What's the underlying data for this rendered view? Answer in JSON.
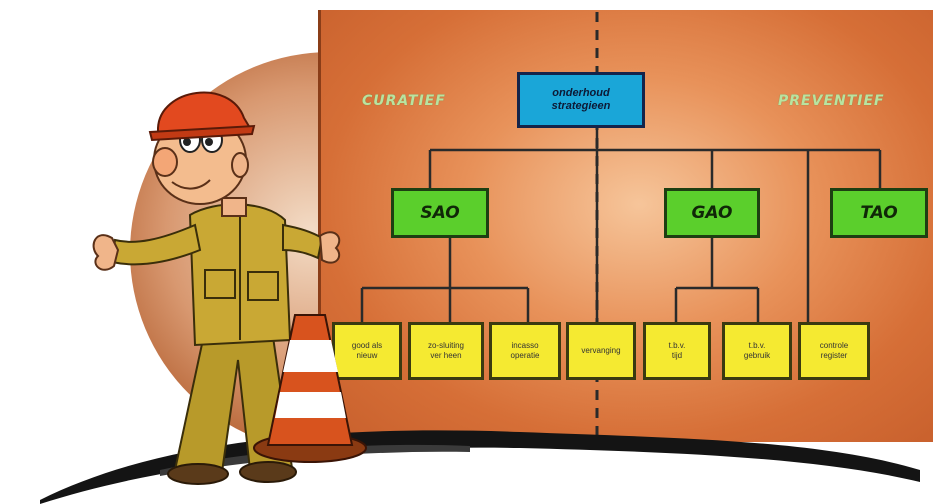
{
  "diagram": {
    "left_header": "CURATIEF",
    "right_header": "PREVENTIEF",
    "top_node": {
      "line1": "onderhoud",
      "line2": "strategieen"
    },
    "mid_nodes": [
      {
        "label": "SAO"
      },
      {
        "label": "GAO"
      },
      {
        "label": "TAO"
      }
    ],
    "leaf_nodes": [
      {
        "line1": "good als",
        "line2": "nieuw"
      },
      {
        "line1": "zo-sluiting",
        "line2": "ver heen"
      },
      {
        "line1": "incasso",
        "line2": "operatie"
      },
      {
        "line1": "vervanging",
        "line2": ""
      },
      {
        "line1": "t.b.v.",
        "line2": "tijd"
      },
      {
        "line1": "t.b.v.",
        "line2": "gebruik"
      },
      {
        "line1": "controle",
        "line2": "register"
      }
    ]
  },
  "colors": {
    "board": "#d66f37",
    "top_node": "#1aa6d8",
    "mid_node": "#5bcf2c",
    "leaf_node": "#f5ea31"
  }
}
